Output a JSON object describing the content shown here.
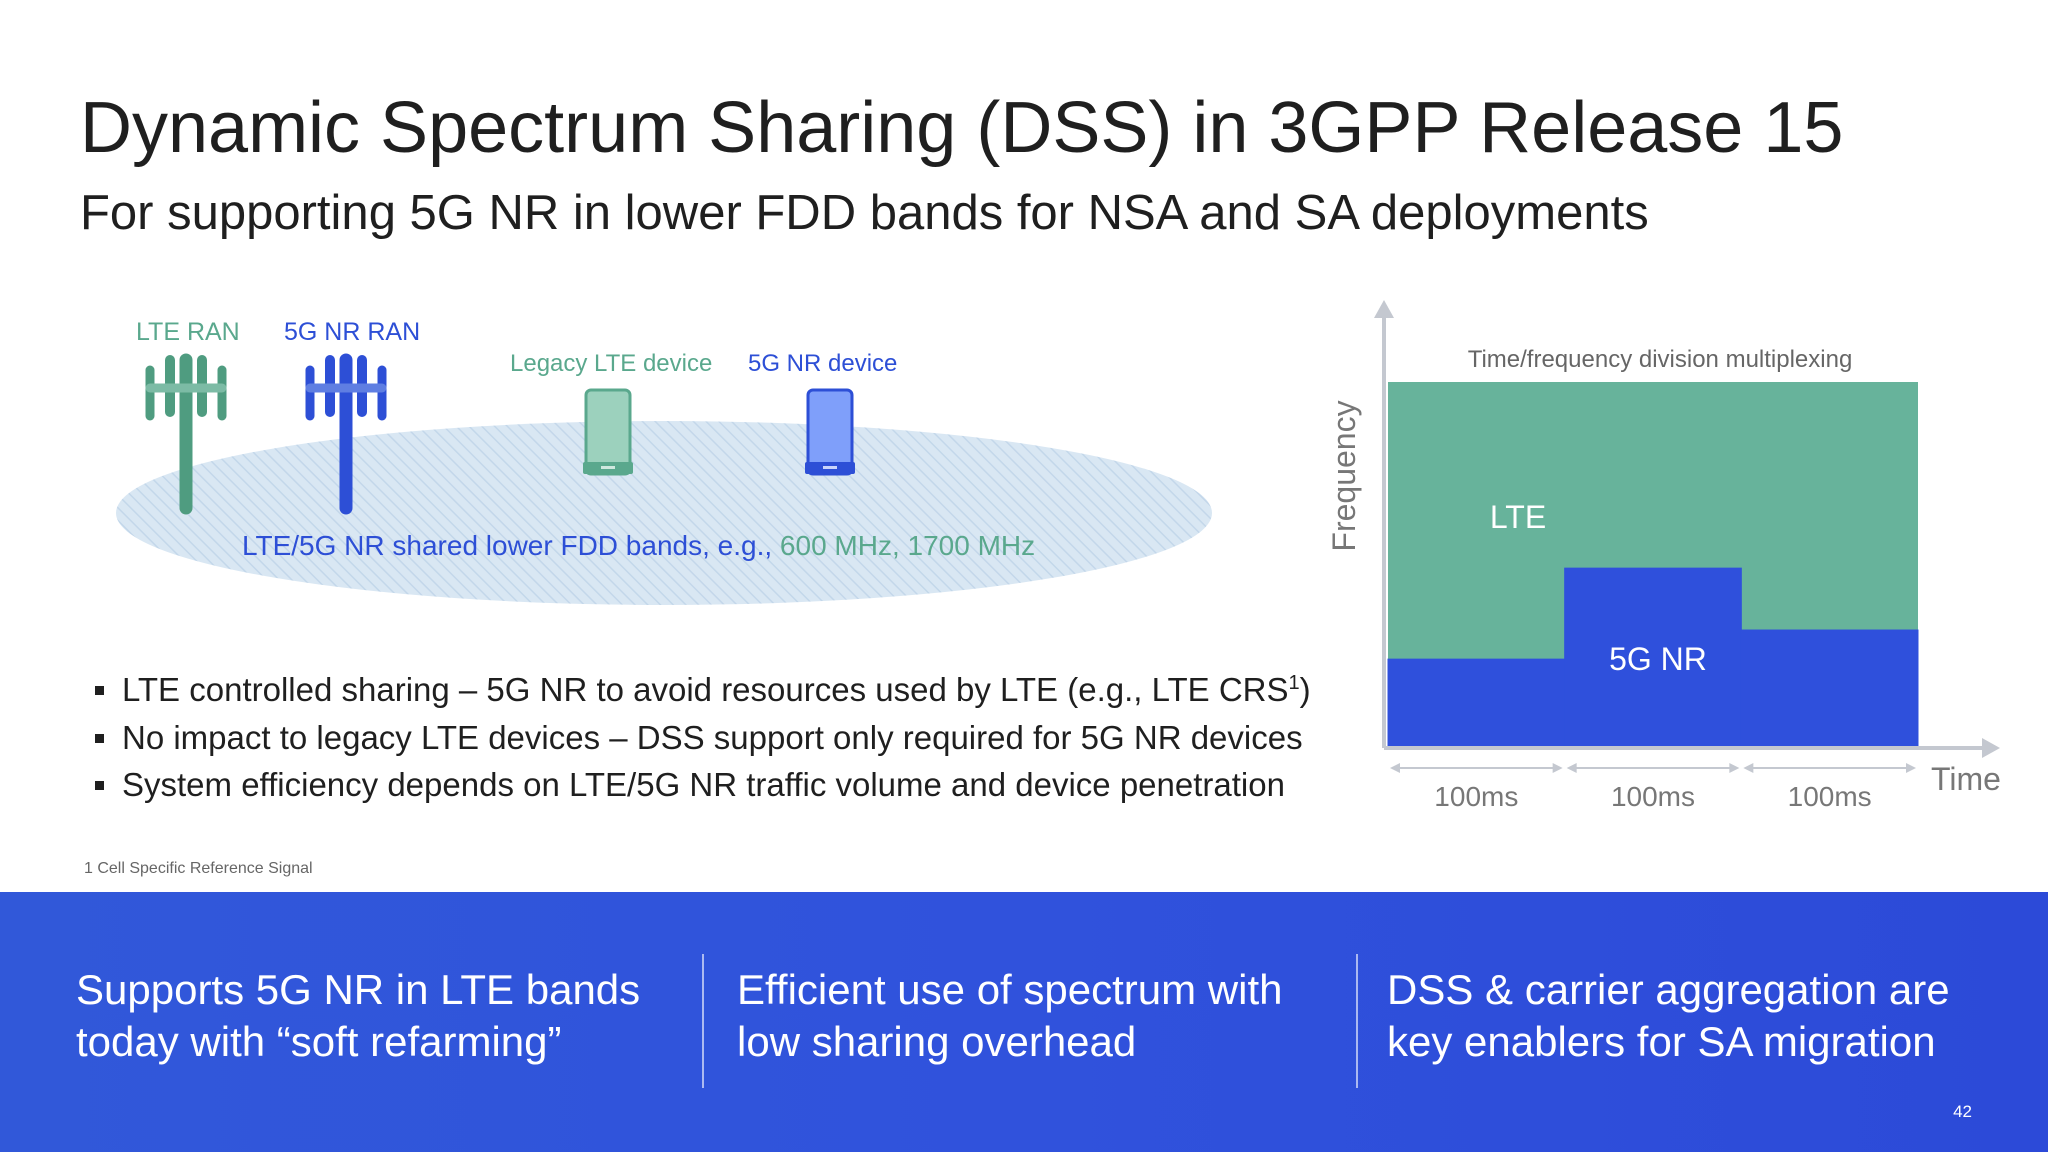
{
  "slide": {
    "title": "Dynamic Spectrum Sharing (DSS) in 3GPP Release 15",
    "subtitle": "For supporting 5G NR in lower FDD bands for NSA and SA deployments",
    "footnote": "1 Cell Specific Reference Signal",
    "page_number": "42"
  },
  "diagram": {
    "lte_ran_label": "LTE RAN",
    "nr_ran_label": "5G NR RAN",
    "legacy_device_label": "Legacy LTE device",
    "nr_device_label": "5G NR device",
    "band_label_blue": "LTE/5G NR shared lower FDD bands, e.g.,",
    "band_label_green": "600 MHz, 1700 MHz"
  },
  "bullets": {
    "b1_pre": "LTE controlled sharing – 5G NR to avoid resources used by LTE (e.g., LTE CRS",
    "b1_sup": "1",
    "b1_post": ")",
    "b2": "No impact to legacy LTE devices – DSS support only required for 5G NR devices",
    "b3": "System efficiency depends on LTE/5G NR traffic volume and device penetration"
  },
  "chart": {
    "title": "Time/frequency division multiplexing",
    "y_axis_label": "Frequency",
    "x_axis_label": "Time",
    "lte_label": "LTE",
    "nr_label": "5G NR",
    "intervals": [
      "100ms",
      "100ms",
      "100ms"
    ],
    "nr_share": [
      0.24,
      0.49,
      0.32
    ],
    "colors": {
      "lte": "#67b39b",
      "nr": "#2f50dc",
      "axis": "#c4c8d0"
    }
  },
  "colors": {
    "lte_green": "#5aa88d",
    "nr_blue": "#2d4fd6",
    "band_fill": "#d8e6f2",
    "banner_blue": "#3052dc"
  },
  "banner": {
    "col1_line1": "Supports 5G NR in LTE bands",
    "col1_line2": "today with “soft refarming”",
    "col2_line1": "Efficient use of spectrum with",
    "col2_line2": "low sharing overhead",
    "col3_line1": "DSS & carrier aggregation are",
    "col3_line2": "key enablers for SA migration"
  }
}
